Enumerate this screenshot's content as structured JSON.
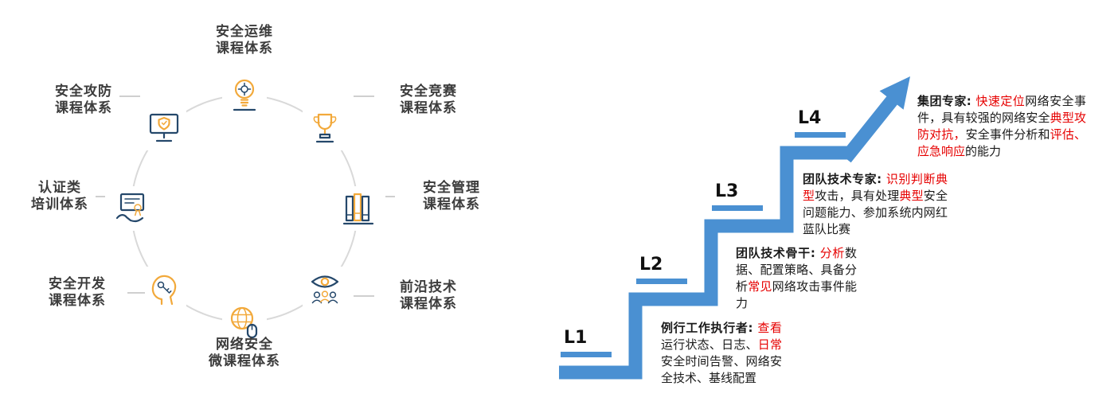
{
  "left_diagram": {
    "circle_color": "#d9d9d9",
    "icon_gold": "#f2a93b",
    "icon_navy": "#25486b",
    "nodes": [
      {
        "id": "security-operations",
        "lines": [
          "安全运维",
          "课程体系"
        ]
      },
      {
        "id": "security-competition",
        "lines": [
          "安全竞赛",
          "课程体系"
        ]
      },
      {
        "id": "security-management",
        "lines": [
          "安全管理",
          "课程体系"
        ]
      },
      {
        "id": "frontier-technology",
        "lines": [
          "前沿技术",
          "课程体系"
        ]
      },
      {
        "id": "network-security-micro",
        "lines": [
          "网络安全",
          "微课程体系"
        ]
      },
      {
        "id": "security-development",
        "lines": [
          "安全开发",
          "课程体系"
        ]
      },
      {
        "id": "certification-training",
        "lines": [
          "认证类",
          "培训体系"
        ]
      },
      {
        "id": "security-attack-defense",
        "lines": [
          "安全攻防",
          "课程体系"
        ]
      }
    ]
  },
  "right_diagram": {
    "stair_color": "#4a90d2",
    "red_color": "#e60000",
    "levels": [
      {
        "label": "L1",
        "segments": [
          {
            "text": "例行工作执行者: ",
            "bold": true
          },
          {
            "text": "查看",
            "red": true
          },
          {
            "text": "运行状态、日志、"
          },
          {
            "text": "日常",
            "red": true
          },
          {
            "text": "安全时间告警、网络安全技术、基线配置"
          }
        ]
      },
      {
        "label": "L2",
        "segments": [
          {
            "text": "团队技术骨干: ",
            "bold": true
          },
          {
            "text": "分析",
            "red": true
          },
          {
            "text": "数据、配置策略、具备分析"
          },
          {
            "text": "常见",
            "red": true
          },
          {
            "text": "网络攻击事件能力"
          }
        ]
      },
      {
        "label": "L3",
        "segments": [
          {
            "text": "团队技术专家: ",
            "bold": true
          },
          {
            "text": "识别判断典型",
            "red": true
          },
          {
            "text": "攻击，具有处理"
          },
          {
            "text": "典型",
            "red": true
          },
          {
            "text": "安全问题能力、参加系统内网红蓝队比赛"
          }
        ]
      },
      {
        "label": "L4",
        "segments": [
          {
            "text": "集团专家: ",
            "bold": true
          },
          {
            "text": "快速定位",
            "red": true
          },
          {
            "text": "网络安全事件，具有较强的网络安全"
          },
          {
            "text": "典型攻防对抗，",
            "red": true
          },
          {
            "text": "安全事件分析和"
          },
          {
            "text": "评估、应急响应",
            "red": true
          },
          {
            "text": "的能力"
          }
        ]
      }
    ]
  }
}
